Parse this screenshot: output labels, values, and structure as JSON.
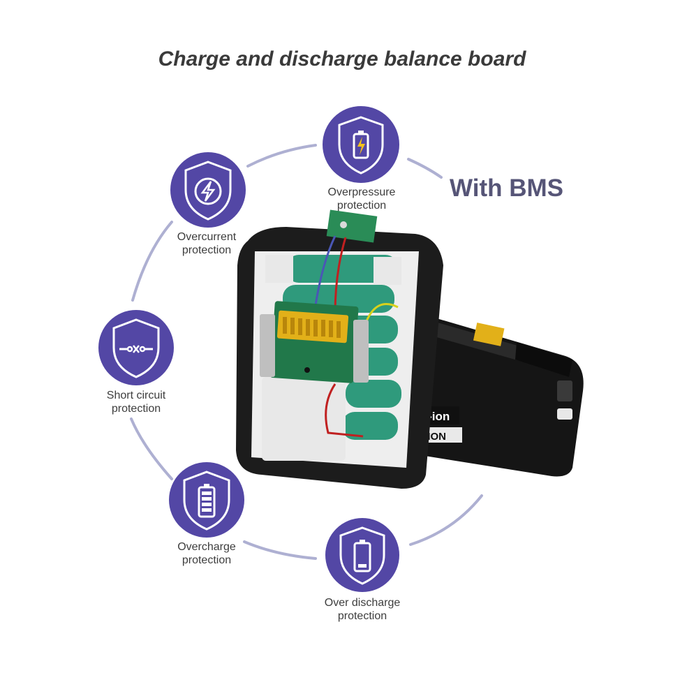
{
  "title": "Charge and discharge balance board",
  "badge_text": "With BMS",
  "colors": {
    "badge": "#5347a5",
    "ring": "#aeb0d2",
    "title": "#3a3a3a",
    "bms": "#565577"
  },
  "features": [
    {
      "line1": "Overpressure",
      "line2": "protection",
      "icon": "battery-bolt-icon"
    },
    {
      "line1": "Overcurrent",
      "line2": "protection",
      "icon": "lightning-icon"
    },
    {
      "line1": "Short circuit",
      "line2": "protection",
      "icon": "circuit-switch-icon"
    },
    {
      "line1": "Overcharge",
      "line2": "protection",
      "icon": "battery-full-icon"
    },
    {
      "line1": "Over discharge",
      "line2": "protection",
      "icon": "battery-empty-icon"
    }
  ],
  "product": {
    "label1": "Li-ion",
    "label2": "UM-ION"
  }
}
